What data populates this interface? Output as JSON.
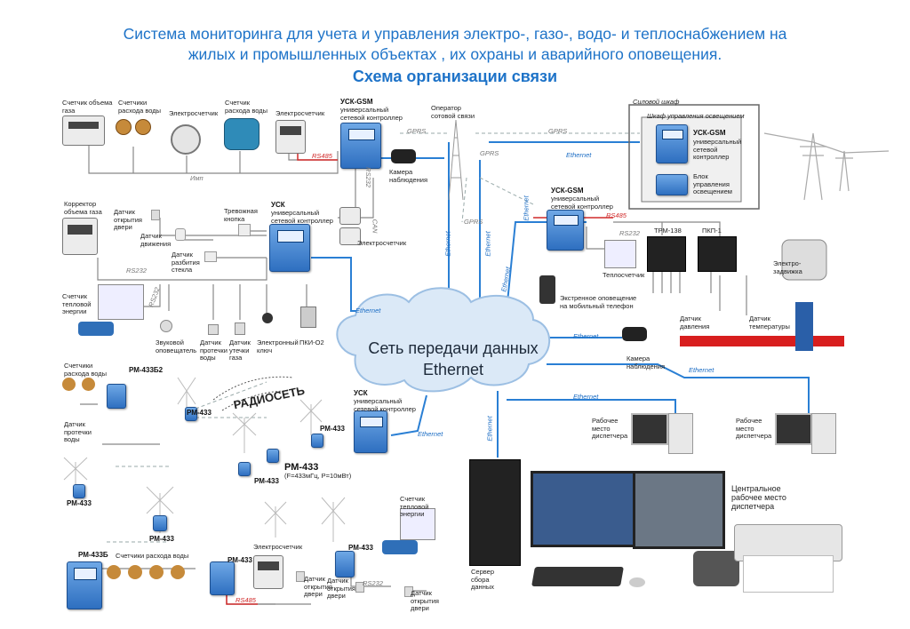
{
  "header": {
    "title_line1": "Система мониторинга для учета и управления электро-, газо-, водо- и теплоснабжением на",
    "title_line2": "жилых и промышленных объектах , их охраны и аварийного оповещения.",
    "subtitle": "Схема организации связи"
  },
  "cloud": {
    "line1": "Сеть передачи данных",
    "line2": "Ethernet"
  },
  "labels": {
    "gas_meter": "Счетчик объема газа",
    "water_meters_top": "Счетчики расхода воды",
    "elec_meter_top": "Электросчетчик",
    "water_flow_meter": "Счетчик расхода воды",
    "elec_meter_top2": "Электросчетчик",
    "usk_gsm_top": "УСК-GSM",
    "usk_gsm_top_desc": "универсальный сетевой контроллер",
    "operator": "Оператор сотовой связи",
    "power_cabinet": "Силовой шкаф",
    "light_cabinet": "Шкаф управления освещением",
    "usk_gsm_cab": "УСК-GSM",
    "usk_gsm_cab_desc": "универсальный сетевой контроллер",
    "light_block": "Блок управления освещением",
    "gas_corrector": "Корректор объема газа",
    "door_sensor_1": "Датчик открытия двери",
    "motion_sensor": "Датчик движения",
    "glass_sensor": "Датчик разбития стекла",
    "alarm_button": "Тревожная кнопка",
    "usk_mid": "УСК",
    "usk_mid_desc": "универсальный сетевой контроллер",
    "camera_top": "Камера наблюдения",
    "elec_meter_mid": "Электросчетчик",
    "usk_gsm_right": "УСК-GSM",
    "usk_gsm_right_desc": "универсальный сетевой контроллер",
    "trm": "ТРМ-138",
    "pkp": "ПКП-1",
    "heat_meter_left": "Счетчик тепловой энергии",
    "heat_counter": "Теплосчетчик",
    "electro_valve": "Электро-задвижка",
    "emergency": "Экстренное оповещение на мобильный телефон",
    "pressure": "Датчик давления",
    "temperature": "Датчик температуры",
    "sound": "Звуковой оповещатель",
    "water_leak": "Датчик протечки воды",
    "gas_leak": "Датчик утечки газа",
    "elec_key": "Электронный ключ",
    "pki": "ПКИ-О2",
    "camera_mid": "Камера наблюдения",
    "water_meters_left": "Счетчики расхода воды",
    "rm433b2": "РМ-433Б2",
    "water_leak2": "Датчик протечки воды",
    "radio": "РАДИОСЕТЬ",
    "rm433_a": "РМ-433",
    "rm433_b": "РМ-433",
    "rm433_c": "РМ-433",
    "rm433_main": "РМ-433",
    "rm433_main_desc": "(F=433мГц, P=10мВт)",
    "usk_low": "УСК",
    "usk_low_desc": "универсальный сетевой контроллер",
    "rm433_d": "РМ-433",
    "rm433_e": "РМ-433",
    "rm433b": "РМ-433Б",
    "water_meters_bottom": "Счетчики расхода воды",
    "rm433_f": "РМ-433",
    "elec_meter_low": "Электросчетчик",
    "door_sensor_2": "Датчик открытия двери",
    "heat_meter_low": "Счетчик тепловой энергии",
    "rm433_g": "РМ-433",
    "door_sensor_3": "Датчик открытия двери",
    "door_sensor_4": "Датчик открытия двери",
    "workplace1": "Рабочее место диспетчера",
    "workplace2": "Рабочее место диспетчера",
    "central": "Центральное рабочее место диспетчера",
    "server": "Сервер сбора данных"
  },
  "tags": {
    "rs485_a": "RS485",
    "rs232_a": "RS232",
    "imp": "Имп",
    "can": "CAN",
    "gprs_a": "GPRS",
    "gprs_b": "GPRS",
    "gprs_c": "GPRS",
    "gprs_d": "GPRS",
    "eth_a": "Ethernet",
    "eth_b": "Ethernet",
    "eth_c": "Ethernet",
    "eth_d": "Ethernet",
    "eth_e": "Ethernet",
    "eth_f": "Ethernet",
    "eth_g": "Ethernet",
    "eth_h": "Ethernet",
    "eth_i": "Ethernet",
    "eth_j": "Ethernet",
    "eth_k": "Ethernet",
    "rs485_b": "RS485",
    "rs232_b": "RS232",
    "rs232_c": "RS232",
    "rs232_d": "RS232",
    "rs232_e": "RS232",
    "rs485_c": "RS485"
  },
  "colors": {
    "title": "#1e73c8",
    "ethernet": "#2a7fd4",
    "rs485": "#d12a2a",
    "pipe": "#d81e1e",
    "controller": "#3a7fcf"
  }
}
